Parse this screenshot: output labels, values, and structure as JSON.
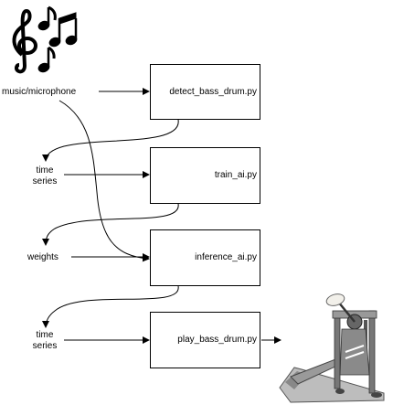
{
  "inputs": {
    "music": "music/microphone",
    "time_series_1": [
      "time",
      "series"
    ],
    "weights": "weights",
    "time_series_2": [
      "time",
      "series"
    ]
  },
  "scripts": {
    "detect": "detect_bass_drum.py",
    "train": "train_ai.py",
    "inference": "inference_ai.py",
    "play": "play_bass_drum.py"
  },
  "icons": {
    "music_notes": "music-notes-icon",
    "bass_drum_pedal": "bass-drum-pedal-icon"
  }
}
